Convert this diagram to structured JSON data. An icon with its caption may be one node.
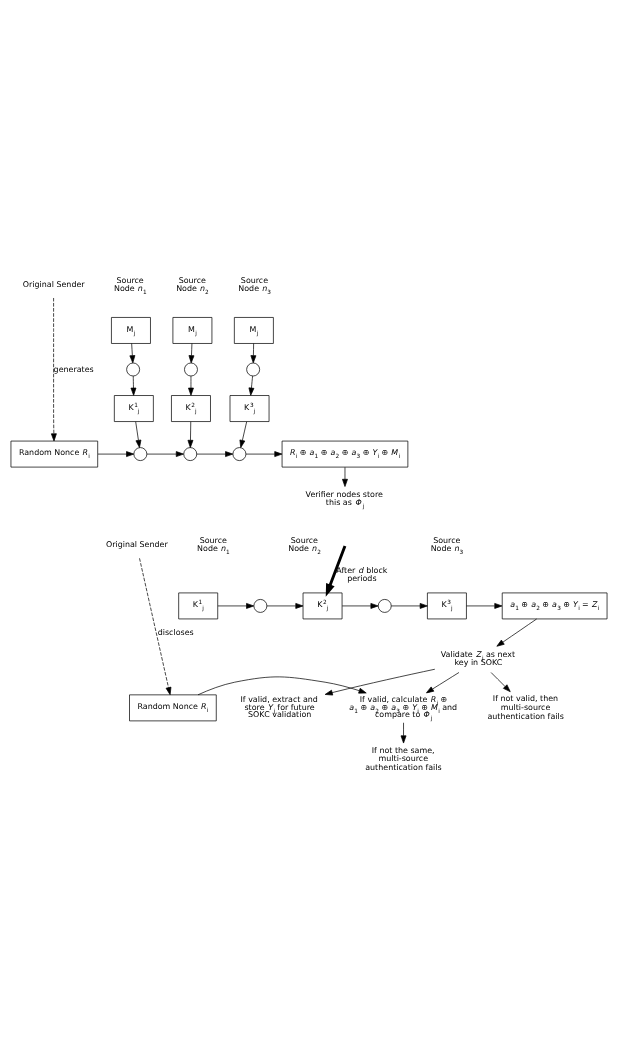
{
  "diagram": {
    "nodes": [
      {
        "text": [
          "Original Sender"
        ]
      },
      {
        "text": [
          "M$_{j}$"
        ]
      },
      {
        "text": [
          "M$_{j}$"
        ]
      },
      {
        "text": [
          "M$_{j}$"
        ]
      },
      {
        "text": [],
        "shape": "circle"
      },
      {
        "text": [],
        "shape": "circle"
      },
      {
        "text": [],
        "shape": "circle"
      },
      {
        "text": [
          "K$^{1}$$_{j}$"
        ]
      },
      {
        "text": [
          "K$^{2}$$_{j}$"
        ]
      },
      {
        "text": [
          "K$^{3}$$_{j}$"
        ]
      },
      {
        "text": [
          "Random Nonce *R*$_{i}$"
        ]
      },
      {
        "text": [],
        "shape": "circle"
      },
      {
        "text": [],
        "shape": "circle"
      },
      {
        "text": [],
        "shape": "circle"
      },
      {
        "text": [
          "*R*$_{i}$ ⊕ *a*$_{1}$ ⊕ *a*$_{2}$ ⊕ *a*$_{3}$ ⊕ *Y*$_{i}$ ⊕ *M*$_{i}$"
        ]
      },
      {
        "text": [
          "Verifier nodes store this as *Φ*$_{j}$"
        ]
      },
      {
        "text": [
          "Original Sender"
        ]
      },
      {
        "text": [
          "K$^{1}$$_{j}$"
        ]
      },
      {
        "text": [],
        "shape": "circle"
      },
      {
        "text": [
          "K$^{2}$$_{j}$"
        ]
      },
      {
        "text": [],
        "shape": "circle"
      },
      {
        "text": [
          "K$^{3}$$_{j}$"
        ]
      },
      {
        "text": [
          "*a*$_{1}$ ⊕ *a*$_{2}$ ⊕ *a*$_{3}$ ⊕ *Y*$_{i}$ = *Z*$_{i}$"
        ]
      },
      {
        "text": [
          "Validate *Z*$_{j}$ as next key in SOKC"
        ]
      },
      {
        "text": [
          "If not valid, then multi-source authentication fails"
        ]
      },
      {
        "text": [
          "If valid, extract and store *Y*$_{j}$ for future SOKC validation"
        ]
      },
      {
        "text": [
          "Random Nonce *R*$_{i}$"
        ]
      },
      {
        "text": [
          "If valid, calculate *R*$_{i}$ ⊕ *a*$_{1}$ ⊕ *a*$_{2}$ ⊕ *a*$_{3}$ ⊕ *Y*$_{i}$ ⊕ *M*$_{i}$ and compare to *Φ*$_{j}$"
        ]
      },
      {
        "text": [
          "If not the same, multi-source authentication fails"
        ]
      }
    ],
    "edges": [
      {
        "from": 0,
        "to": 10,
        "arrow": "to",
        "style": "dashed",
        "label": "generates"
      },
      {
        "from": 1,
        "to": 4,
        "arrow": "to"
      },
      {
        "from": 4,
        "to": 7,
        "arrow": "to"
      },
      {
        "from": 2,
        "to": 5,
        "arrow": "to"
      },
      {
        "from": 5,
        "to": 8,
        "arrow": "to"
      },
      {
        "from": 3,
        "to": 6,
        "arrow": "to"
      },
      {
        "from": 6,
        "to": 9,
        "arrow": "to"
      },
      {
        "from": 7,
        "to": 11,
        "arrow": "to"
      },
      {
        "from": 8,
        "to": 12,
        "arrow": "to"
      },
      {
        "from": 9,
        "to": 13,
        "arrow": "to"
      },
      {
        "from": 10,
        "to": 11,
        "arrow": "to"
      },
      {
        "from": 11,
        "to": 12,
        "arrow": "to"
      },
      {
        "from": 12,
        "to": 13,
        "arrow": "to"
      },
      {
        "from": 13,
        "to": 14,
        "arrow": "to"
      },
      {
        "from": 14,
        "to": 15,
        "arrow": "to"
      },
      {
        "from": null,
        "to": 19,
        "arrow": "to",
        "style": "thick",
        "label": "After *d* block periods"
      },
      {
        "from": 16,
        "to": 26,
        "arrow": "to",
        "style": "dashed",
        "label": "discloses"
      },
      {
        "from": 17,
        "to": 18,
        "arrow": "to"
      },
      {
        "from": 18,
        "to": 19,
        "arrow": "to"
      },
      {
        "from": 19,
        "to": 20,
        "arrow": "to"
      },
      {
        "from": 20,
        "to": 21,
        "arrow": "to"
      },
      {
        "from": 21,
        "to": 22,
        "arrow": "to"
      },
      {
        "from": 22,
        "to": 23,
        "arrow": "to"
      },
      {
        "from": 23,
        "to": 24,
        "arrow": "to"
      },
      {
        "from": 23,
        "to": 25,
        "arrow": "to"
      },
      {
        "from": 23,
        "to": 27,
        "arrow": "to"
      },
      {
        "from": 26,
        "to": 27,
        "arrow": "to"
      },
      {
        "from": 27,
        "to": 28,
        "arrow": "to"
      }
    ],
    "labels": [
      "Source Node *n*$_{1}$",
      "Source Node *n*$_{2}$",
      "Source Node *n*$_{3}$",
      "Source Node *n*$_{1}$",
      "Source Node *n*$_{2}$",
      "Source Node *n*$_{3}$"
    ]
  }
}
